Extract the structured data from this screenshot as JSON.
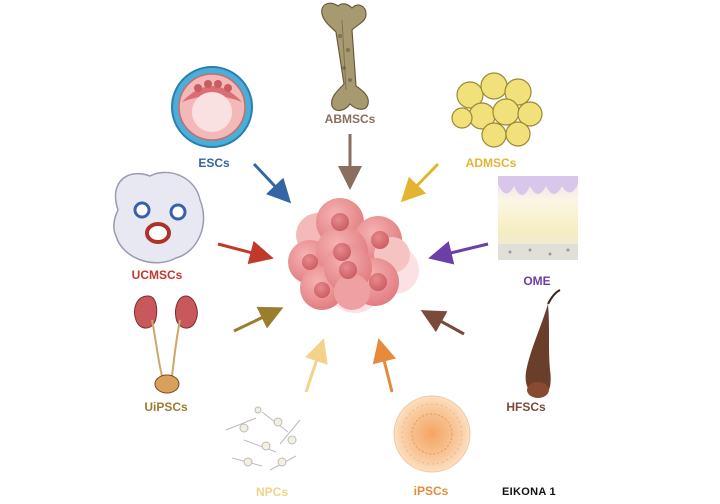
{
  "labels": {
    "abmscs": "ABMSCs",
    "escs": "ESCs",
    "admscs": "ADMSCs",
    "ucmscs": "UCMSCs",
    "ome": "OME",
    "uipscs": "UiPSCs",
    "hfscs": "HFSCs",
    "npcs": "NPCs",
    "ipscs": "iPSCs"
  },
  "caption": "EIKONA 1",
  "colors": {
    "abmscs": "#8a6e5e",
    "escs": "#3465a4",
    "admscs": "#e4b430",
    "ucmscs": "#c0392b",
    "ome": "#6a3fa8",
    "uipscs": "#9b7d2e",
    "hfscs": "#7a4a3a",
    "npcs": "#f3d28a",
    "ipscs": "#e68a3c"
  }
}
